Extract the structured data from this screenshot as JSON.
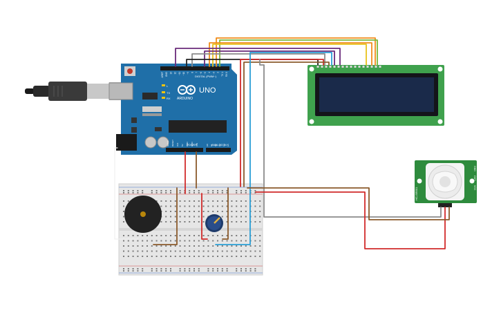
{
  "arduino": {
    "model": "UNO",
    "brand": "ARDUINO",
    "digital_label": "DIGITAL (PWM~)",
    "power_label": "POWER",
    "analog_label": "ANALOG IN",
    "tx_label": "TX",
    "rx_label": "RX",
    "l_label": "L",
    "digital_pins": [
      "AREF",
      "GND",
      "13",
      "12",
      "~11",
      "~10",
      "~9",
      "8",
      "7",
      "~6",
      "~5",
      "4",
      "~3",
      "2",
      "TX 1",
      "RX 0"
    ],
    "power_pins": [
      "IOREF",
      "RESET",
      "3V3",
      "5V",
      "GND",
      "GND",
      "VIN"
    ],
    "analog_pins": [
      "A0",
      "A1",
      "A2",
      "A3",
      "A4",
      "A5"
    ]
  },
  "pir": {
    "label_left": "HC-SR501",
    "pins": [
      "GND",
      "OUT",
      "VCC"
    ]
  },
  "colors": {
    "arduino_board": "#1f6fa8",
    "lcd_board": "#3fa14d",
    "lcd_screen": "#1a2a4a",
    "pir_board": "#2e8b3d",
    "breadboard": "#e6e6e6",
    "wire_red": "#d12a2a",
    "wire_brown": "#8b5a2b",
    "wire_blue": "#2a9fd6",
    "wire_gray": "#8a8a8a",
    "wire_orange": "#f08c1a",
    "wire_yellow": "#e8c31a",
    "wire_green": "#7ab83a",
    "wire_purple": "#6a2a7a",
    "wire_black": "#222222"
  }
}
